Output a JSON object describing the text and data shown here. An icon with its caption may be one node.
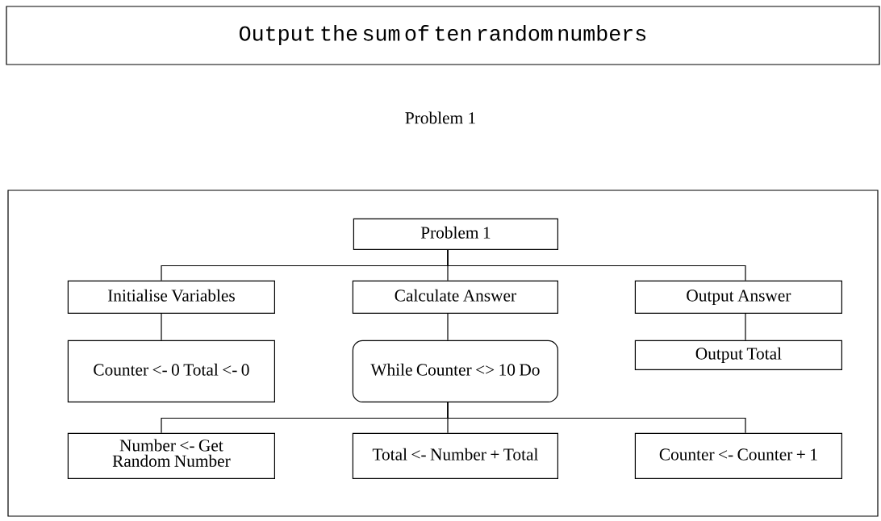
{
  "diagram": {
    "nodes": [
      {
        "text": [
          "Output the sum of ten random numbers"
        ]
      },
      {
        "text": [],
        "shape": "box"
      },
      {
        "text": [
          "Problem 1"
        ],
        "in": 1
      },
      {
        "text": [
          "Initialise Variables"
        ],
        "in": 1
      },
      {
        "text": [
          "Calculate Answer"
        ],
        "in": 1
      },
      {
        "text": [
          "Output Answer"
        ],
        "in": 1
      },
      {
        "text": [
          "Counter <- 0 Total <- 0"
        ],
        "in": 1
      },
      {
        "text": [
          "While Counter <> 10 Do"
        ],
        "in": 1
      },
      {
        "text": [
          "Output Total"
        ],
        "in": 1
      },
      {
        "text": [
          "Number <- Get Random Number"
        ],
        "in": 1
      },
      {
        "text": [
          "Total <- Number + Total"
        ],
        "in": 1
      },
      {
        "text": [
          "Counter <- Counter + 1"
        ],
        "in": 1
      }
    ],
    "edges": [
      {
        "from": 2,
        "to": 3,
        "arrow": "none"
      },
      {
        "from": 2,
        "to": 4,
        "arrow": "none"
      },
      {
        "from": 2,
        "to": 5,
        "arrow": "none"
      },
      {
        "from": 3,
        "to": 6,
        "arrow": "none"
      },
      {
        "from": 4,
        "to": 7,
        "arrow": "none"
      },
      {
        "from": 5,
        "to": 8,
        "arrow": "none"
      },
      {
        "from": 7,
        "to": 9,
        "arrow": "none"
      },
      {
        "from": 7,
        "to": 10,
        "arrow": "none"
      },
      {
        "from": 7,
        "to": 11,
        "arrow": "none"
      }
    ],
    "labels": [
      "Problem 1"
    ]
  }
}
